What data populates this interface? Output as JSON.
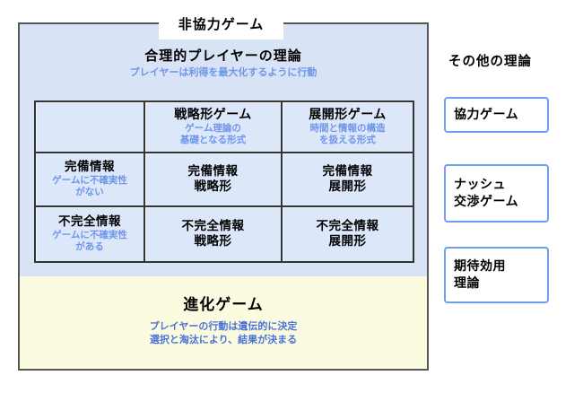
{
  "noncoop": {
    "title": "非協力ゲーム"
  },
  "rational": {
    "title": "合理的プレイヤーの理論",
    "subtitle": "プレイヤーは利得を最大化するように行動"
  },
  "table": {
    "header_strategic": {
      "title": "戦略形ゲーム",
      "sub1": "ゲーム理論の",
      "sub2": "基礎となる形式"
    },
    "header_extensive": {
      "title": "展開形ゲーム",
      "sub1": "時間と情報の構造",
      "sub2": "を扱える形式"
    },
    "row_complete": {
      "title": "完備情報",
      "sub1": "ゲームに不確実性",
      "sub2": "がない",
      "strategic1": "完備情報",
      "strategic2": "戦略形",
      "extensive1": "完備情報",
      "extensive2": "展開形"
    },
    "row_incomplete": {
      "title": "不完全情報",
      "sub1": "ゲームに不確実性",
      "sub2": "がある",
      "strategic1": "不完全情報",
      "strategic2": "戦略形",
      "extensive1": "不完全情報",
      "extensive2": "展開形"
    }
  },
  "evolution": {
    "title": "進化ゲーム",
    "sub1": "プレイヤーの行動は遺伝的に決定",
    "sub2": "選択と淘汰により、結果が決まる"
  },
  "others": {
    "heading": "その他の理論",
    "cooperative": {
      "line1": "協力ゲーム"
    },
    "nash": {
      "line1": "ナッシュ",
      "line2": "交渉ゲーム"
    },
    "expected_utility": {
      "line1": "期待効用",
      "line2": "理論"
    }
  },
  "colors": {
    "panel_blue_bg": "#d9e3f6",
    "cell_bg": "#dce7f9",
    "evolution_yellow_bg": "#fbfbdf",
    "panel_border": "#575757",
    "table_border": "#343434",
    "accent_blue_light": "#6f96ea",
    "accent_blue_deep": "#4b72d8",
    "side_box_border": "#6e9ef0"
  }
}
